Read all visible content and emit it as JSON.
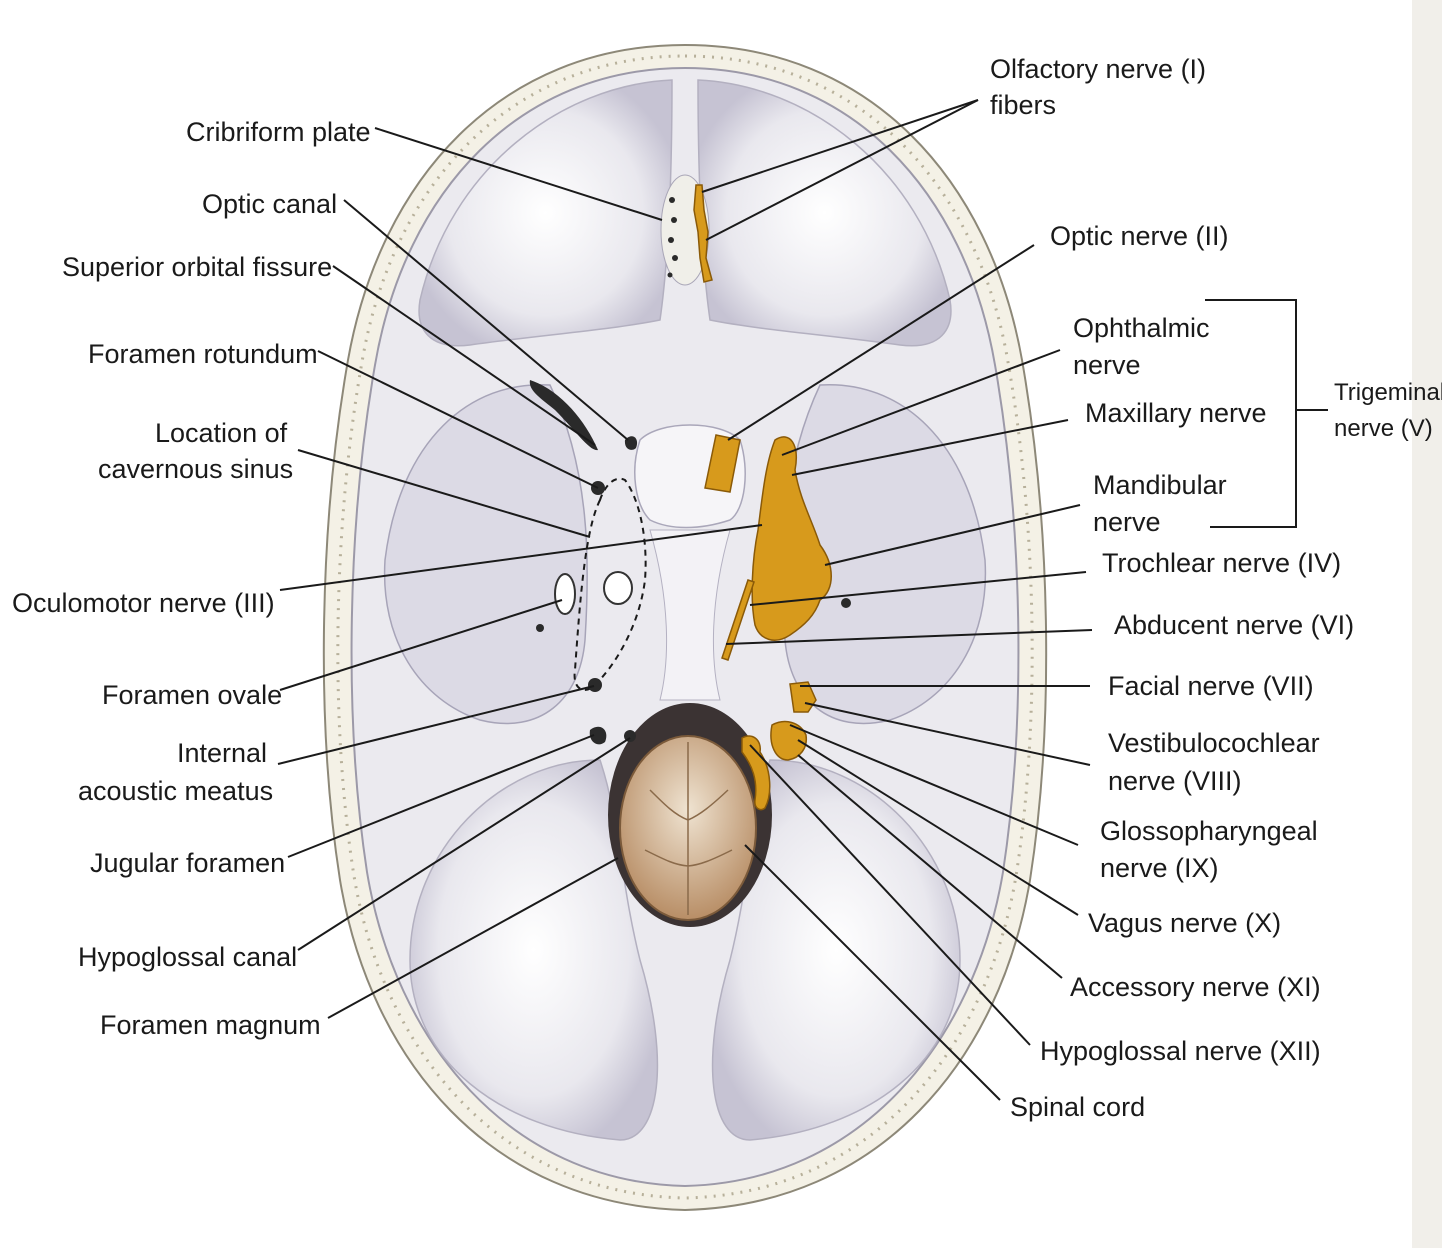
{
  "labels": {
    "cribriform_plate": "Cribriform plate",
    "optic_canal": "Optic canal",
    "superior_orbital_fissure": "Superior orbital fissure",
    "foramen_rotundum": "Foramen rotundum",
    "location_of_cavernous_sinus": [
      "Location of",
      "cavernous sinus"
    ],
    "oculomotor_nerve": "Oculomotor nerve (III)",
    "foramen_ovale": "Foramen ovale",
    "internal_acoustic_meatus": [
      "Internal",
      "acoustic meatus"
    ],
    "jugular_foramen": "Jugular foramen",
    "hypoglossal_canal": "Hypoglossal canal",
    "foramen_magnum": "Foramen magnum",
    "olfactory_nerve": [
      "Olfactory nerve (I)",
      "fibers"
    ],
    "optic_nerve": "Optic nerve (II)",
    "ophthalmic_nerve": [
      "Ophthalmic",
      "nerve"
    ],
    "maxillary_nerve": "Maxillary nerve",
    "mandibular_nerve": [
      "Mandibular",
      "nerve"
    ],
    "trigeminal_nerve": [
      "Trigeminal",
      "nerve (V)"
    ],
    "trochlear_nerve": "Trochlear nerve (IV)",
    "abducent_nerve": "Abducent nerve (VI)",
    "facial_nerve": "Facial nerve (VII)",
    "vestibulocochlear_nerve": [
      "Vestibulocochlear",
      "nerve (VIII)"
    ],
    "glossopharyngeal_nerve": [
      "Glossopharyngeal",
      "nerve (IX)"
    ],
    "vagus_nerve": "Vagus nerve (X)",
    "accessory_nerve": "Accessory nerve (XI)",
    "hypoglossal_nerve": "Hypoglossal nerve (XII)",
    "spinal_cord": "Spinal cord"
  },
  "colors": {
    "nerve": "#d79a1c",
    "bone": "#ecebef",
    "bone_shadow": "#b9b6c8",
    "skull_rim": "#f3f1e8",
    "spinal_cord": "#d9c2a6"
  }
}
